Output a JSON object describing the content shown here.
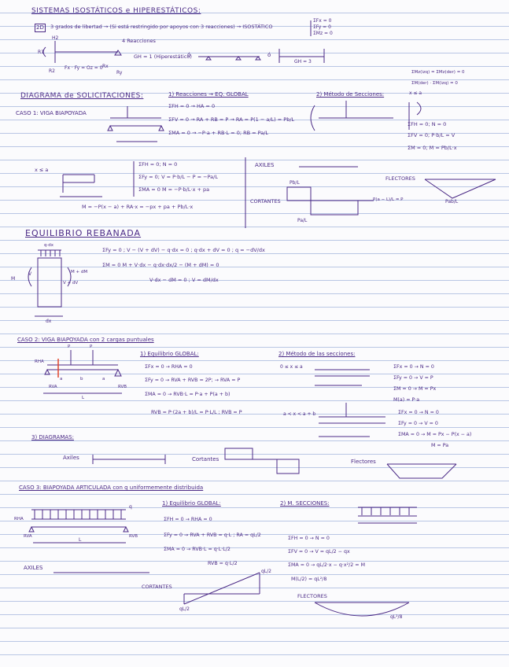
{
  "header": {
    "title": "SISTEMAS ISOSTÁTICOS e HIPERESTÁTICOS:",
    "intro_num": "2D",
    "intro": "3 grados de libertad → (Si está restringido por apoyos con 3 reacciones) → ISOSTÁTICO",
    "iso_eqs": [
      "ΣFx = 0",
      "ΣFy = 0",
      "ΣMz = 0"
    ],
    "four_reactions": "4 Reacciones",
    "gh": "GH = 1 (Hiperestático)",
    "or1": "ó",
    "or2": "ó",
    "gh3": "GH = 3",
    "free_body": "Fx · Fy = Oz = 0",
    "r_labels": [
      "R1",
      "R2",
      "H2",
      "Rx",
      "Ry"
    ],
    "side_eqs": [
      "ΣMz(izq) = ΣMz(der) = 0",
      "ΣM(der) · ΣM(izq) = 0"
    ]
  },
  "solic": {
    "title": "DIAGRAMA de SOLICITACIONES:",
    "case1": "CASO 1: VIGA BIAPOYADA",
    "reacciones": "1) Reacciones → EQ. GLOBAL",
    "eqs": [
      "ΣFH = 0 → HA = 0",
      "ΣFV = 0 → RA + RB = P → RA = P(1 − a/L) = Pb/L",
      "ΣMA = 0 → −P·a + RB·L = 0; RB = Pa/L"
    ],
    "secciones": "2) Método de Secciones:",
    "sec_eqs": [
      "ΣFH = 0; N = 0",
      "ΣFV = 0; P·b/L = V",
      "ΣM = 0; M = Pb/L·x"
    ],
    "xa": "x ≤ a",
    "left_eqs": [
      "ΣFH = 0; N = 0",
      "ΣFy = 0; V = P·b/L − P = −Pa/L",
      "ΣMA = 0  M = −P·b/L·x + pa"
    ],
    "m_eq": "M = −P(x − a) + RA·x = −px + pa + Pb/L·x",
    "axiles": "AXILES",
    "cortantes": "CORTANTES",
    "flectores": "FLECTORES",
    "cort_label": "P(a − L)/L = P",
    "flec_label": "Pab/L",
    "pb_l": "Pb/L",
    "pa_l": "Pa/L"
  },
  "rebanada": {
    "title": "EQUILIBRIO REBANADA",
    "eqs": [
      "ΣFy = 0 ; V − (V + dV) − q·dx = 0 ; q·dx + dV = 0 ; q = −dV/dx",
      "ΣM = 0   M + V·dx − q·dx·dx/2 − (M + dM) = 0",
      "V·dx − dM = 0 ; V = dM/dx"
    ],
    "labels": [
      "q·dx",
      "M + dM",
      "V + dV",
      "dx",
      "M",
      "V"
    ]
  },
  "case2": {
    "title": "CASO 2: VIGA BIAPOYADA con 2 cargas puntuales",
    "global": "1) Equilibrio GLOBAL:",
    "eqs": [
      "ΣFx = 0 → RHA = 0",
      "ΣFy = 0 → RVA + RVB = 2P; → RVA = P",
      "ΣMA = 0 → RVB·L = P·a + P(a + b)",
      "RVB = P·(2a + b)/L = P·L/L ; RVB = P"
    ],
    "secciones": "2) Método de las secciones:",
    "s1_cond": "0 ≤ x ≤ a",
    "s1": [
      "ΣFx = 0 → N = 0",
      "ΣFy = 0 → V = P",
      "ΣM = 0 → M = Px",
      "M(a) = P·a"
    ],
    "s2_cond": "a < x < a + b",
    "s2": [
      "ΣFx = 0 → N = 0",
      "ΣFy = 0 → V = 0",
      "ΣMA = 0 → M = Px − P(x − a)",
      "M = Pa"
    ],
    "diagramas": "3) DIAGRAMAS:",
    "axiles": "Axiles",
    "cortantes": "Cortantes",
    "flectores": "Flectores",
    "beam_labels": [
      "RHA",
      "RVA",
      "RVB",
      "a",
      "b",
      "a",
      "L",
      "P",
      "P"
    ]
  },
  "case3": {
    "title": "CASO 3: BIAPOYADA ARTICULADA con q uniformemente distribuida",
    "global": "1) Equilibrio GLOBAL:",
    "eqs": [
      "ΣFH = 0 → RHA = 0",
      "ΣFy = 0 → RVA + RVB = q·L ; RA = qL/2",
      "ΣMA = 0 → RVB·L = q·L·L/2",
      "RVB = q·L/2"
    ],
    "secciones": "2) M. SECCIONES:",
    "sec": [
      "ΣFH = 0 → N = 0",
      "ΣFV = 0 → V = qL/2 − qx",
      "ΣMA = 0 → qL/2·x − q·x²/2 = M",
      "M(L/2) = qL²/8"
    ],
    "axiles": "AXILES",
    "cortantes": "CORTANTES",
    "flectores": "FLECTORES",
    "ql2": "qL/2",
    "ql28": "qL²/8",
    "beam_labels": [
      "RHA",
      "RVA",
      "RVB",
      "L",
      "q"
    ]
  }
}
